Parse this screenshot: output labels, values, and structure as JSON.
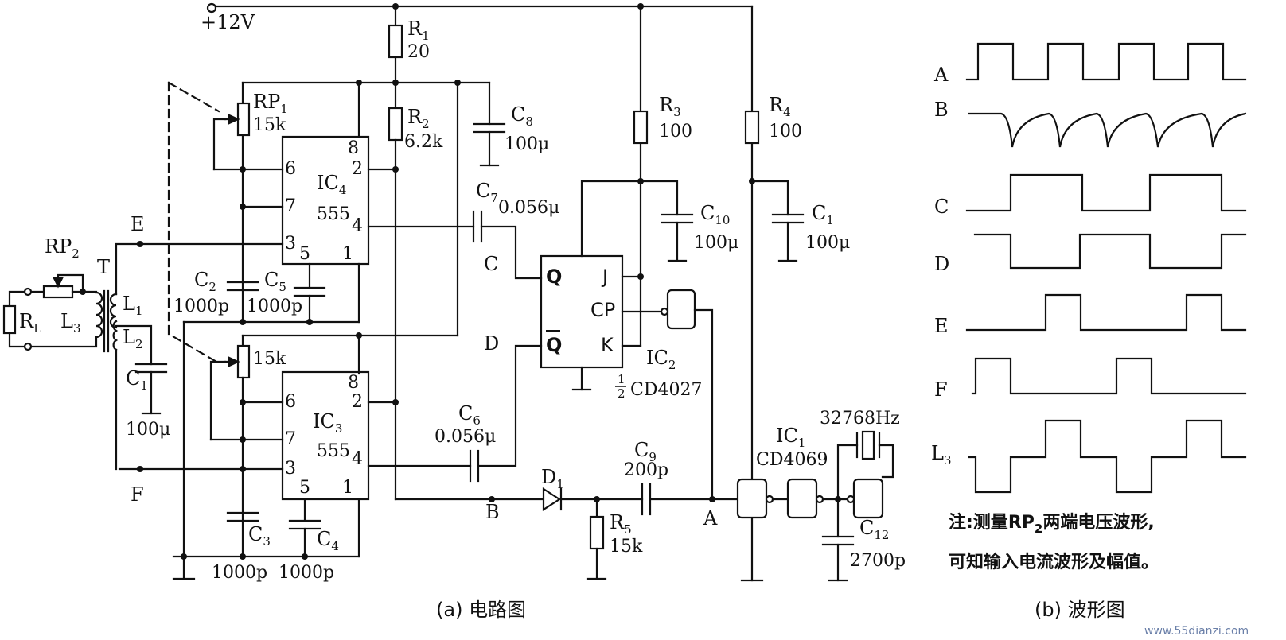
{
  "circuit": {
    "supply": "+12V",
    "resistors": {
      "r1": {
        "name": "R",
        "sub": "1",
        "value": "20"
      },
      "r2": {
        "name": "R",
        "sub": "2",
        "value": "6.2k"
      },
      "r3": {
        "name": "R",
        "sub": "3",
        "value": "100"
      },
      "r4": {
        "name": "R",
        "sub": "4",
        "value": "100"
      },
      "r5": {
        "name": "R",
        "sub": "5",
        "value": "15k"
      },
      "rl": {
        "name": "R",
        "sub": "L"
      }
    },
    "pots": {
      "rp1": {
        "name": "RP",
        "sub": "1",
        "value": "15k"
      },
      "rp_ic3": {
        "value": "15k"
      },
      "rp2": {
        "name": "RP",
        "sub": "2"
      }
    },
    "capacitors": {
      "c1_left": {
        "name": "C",
        "sub": "1",
        "value": "100μ"
      },
      "c1_right": {
        "name": "C",
        "sub": "1",
        "value": "100μ"
      },
      "c2": {
        "name": "C",
        "sub": "2",
        "value": "1000p"
      },
      "c3": {
        "name": "C",
        "sub": "3",
        "value": "1000p"
      },
      "c4": {
        "name": "C",
        "sub": "4",
        "value": "1000p"
      },
      "c5": {
        "name": "C",
        "sub": "5",
        "value": "1000p"
      },
      "c6": {
        "name": "C",
        "sub": "6",
        "value": "0.056μ"
      },
      "c7": {
        "name": "C",
        "sub": "7",
        "value": "0.056μ"
      },
      "c8": {
        "name": "C",
        "sub": "8",
        "value": "100μ"
      },
      "c9": {
        "name": "C",
        "sub": "9",
        "value": "200p"
      },
      "c10": {
        "name": "C",
        "sub": "10",
        "value": "100μ"
      },
      "c12": {
        "name": "C",
        "sub": "12",
        "value": "2700p"
      }
    },
    "ics": {
      "ic4": {
        "name": "IC",
        "sub": "4",
        "type": "555"
      },
      "ic3": {
        "name": "IC",
        "sub": "3",
        "type": "555"
      },
      "ic2": {
        "name": "IC",
        "sub": "2",
        "frac_num": "1",
        "frac_den": "2",
        "type": "CD4027"
      },
      "ic1": {
        "name": "IC",
        "sub": "1",
        "type": "CD4069"
      }
    },
    "pins": {
      "p8": "8",
      "p2": "2",
      "p6": "6",
      "p7": "7",
      "p4": "4",
      "p3": "3",
      "p5": "5",
      "p1": "1"
    },
    "ff_pins": {
      "q": "Q",
      "qbar": "Q",
      "j": "J",
      "cp": "CP",
      "k": "K"
    },
    "transformer": {
      "t": "T",
      "l1": {
        "name": "L",
        "sub": "1"
      },
      "l2": {
        "name": "L",
        "sub": "2"
      },
      "l3": {
        "name": "L",
        "sub": "3"
      }
    },
    "diode": {
      "name": "D",
      "sub": "1"
    },
    "crystal": "32768Hz",
    "nodes": {
      "a": "A",
      "b": "B",
      "c": "C",
      "d": "D",
      "e": "E",
      "f": "F"
    },
    "caption": "(a)  电路图"
  },
  "waveforms": {
    "rows": [
      {
        "label": "A"
      },
      {
        "label": "B"
      },
      {
        "label": "C"
      },
      {
        "label": "D"
      },
      {
        "label": "E"
      },
      {
        "label": "F"
      },
      {
        "label": "L",
        "sub": "3"
      }
    ],
    "note_line1_pre": "注:测量",
    "note_rp": "RP",
    "note_rp_sub": "2",
    "note_line1_post": "两端电压波形,",
    "note_line2": "可知输入电流波形及幅值。",
    "caption": "(b)  波形图"
  },
  "watermark": "www.55dianzi.com"
}
